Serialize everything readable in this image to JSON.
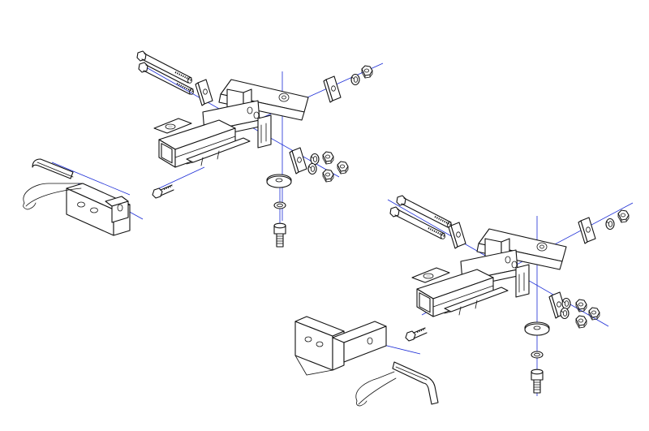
{
  "diagram": {
    "type": "exploded-assembly",
    "colors": {
      "background": "#ffffff",
      "ink": "#111111",
      "axis": "#1a2bd6",
      "shade": "#d9d9d9"
    },
    "assemblies": [
      {
        "id": "assembly-upper-left"
      },
      {
        "id": "assembly-lower-right"
      }
    ],
    "icons": [
      "bolt-icon",
      "nut-icon",
      "washer-icon",
      "bracket-icon",
      "pin-icon",
      "clip-icon",
      "plate-icon"
    ]
  }
}
